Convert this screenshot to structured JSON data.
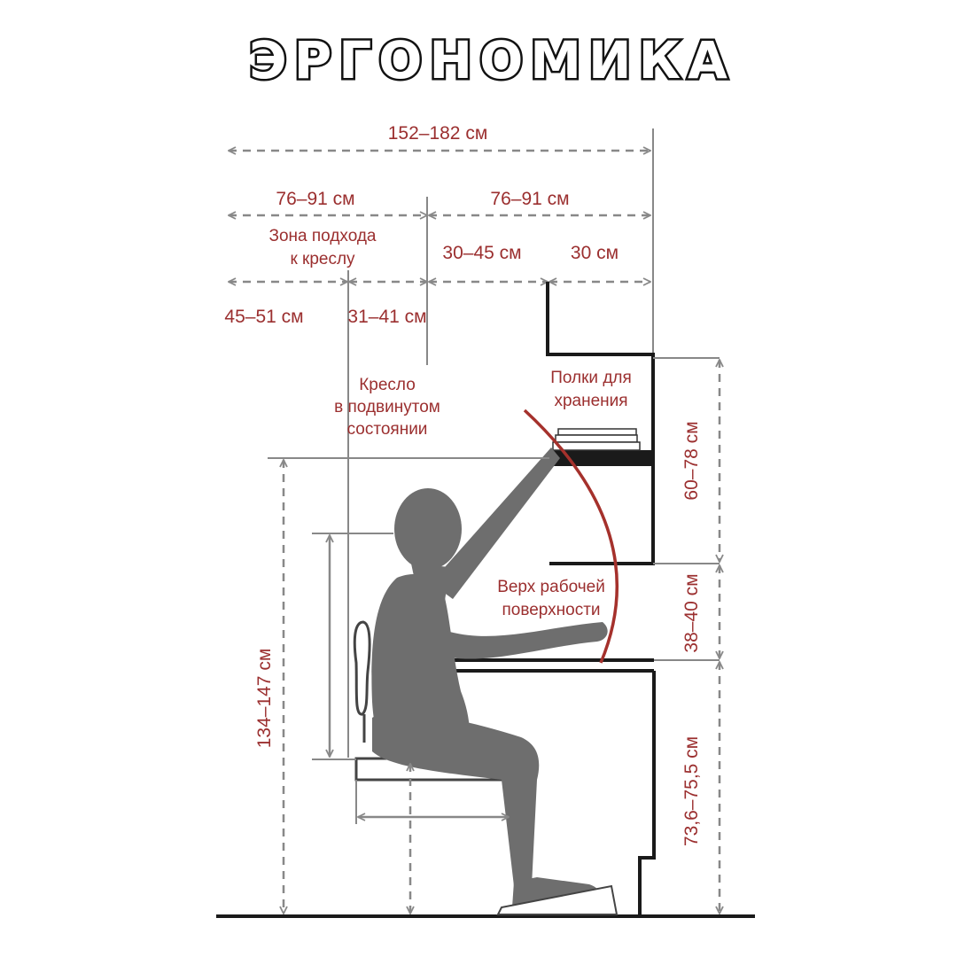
{
  "title": "ЭРГОНОМИКА",
  "dimensions": {
    "total_width": "152–182 см",
    "left_zone_width": "76–91 см",
    "right_zone_width": "76–91 см",
    "chair_seat_depth": "45–51 см",
    "chair_pushed_in": "31–41 см",
    "desk_depth_front": "30–45 см",
    "shelf_depth": "30 см",
    "shelf_height": "60–78 см",
    "gap_above_desk": "38–40 см",
    "desk_height": "73,6–75,5 см",
    "reach_height": "134–147 см"
  },
  "labels": {
    "zone_line1": "Зона подхода",
    "zone_line2": "к креслу",
    "chair_line1": "Кресло",
    "chair_line2": "в подвинутом",
    "chair_line3": "состоянии",
    "shelves_line1": "Полки для",
    "shelves_line2": "хранения",
    "desk_line1": "Верх рабочей",
    "desk_line2": "поверхности"
  },
  "colors": {
    "accent": "#9b2f2f",
    "dimension_lines": "#888888",
    "furniture": "#1a1a1a",
    "figure": "#6e6e6e"
  }
}
